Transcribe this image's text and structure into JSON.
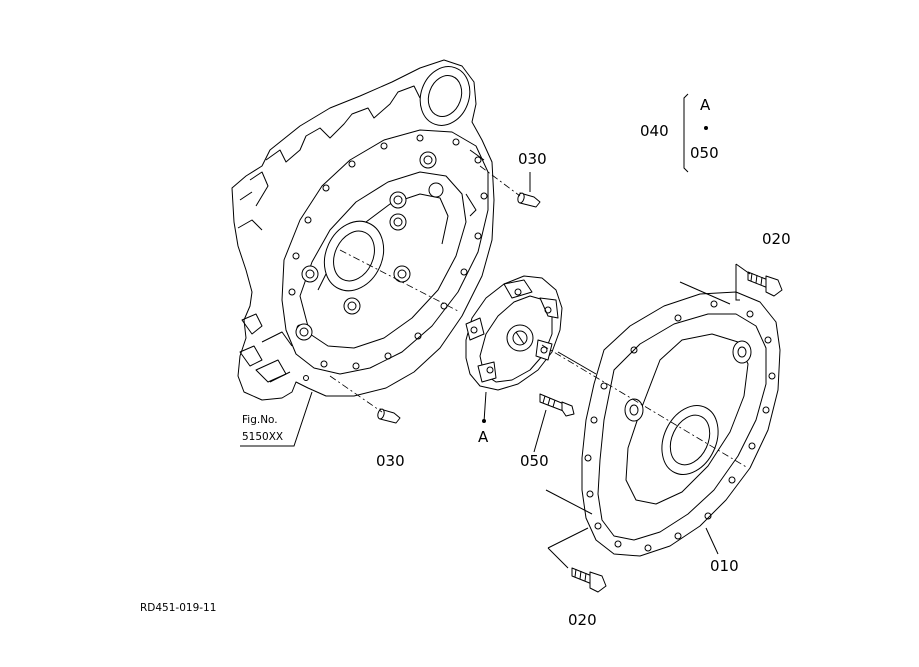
{
  "labels": {
    "housing_pin_upper": "030",
    "housing_pin_lower": "030",
    "bolt_upper": "020",
    "bolt_lower": "020",
    "cover": "010",
    "coupling_bolt": "050",
    "coupling_ref": "A",
    "legend_item_040": "040",
    "legend_ref_a": "A",
    "legend_item_050": "050",
    "fig_ref_line1": "Fig.No.",
    "fig_ref_line2": "5150XX",
    "drawing_code": "RD451-019-11"
  }
}
